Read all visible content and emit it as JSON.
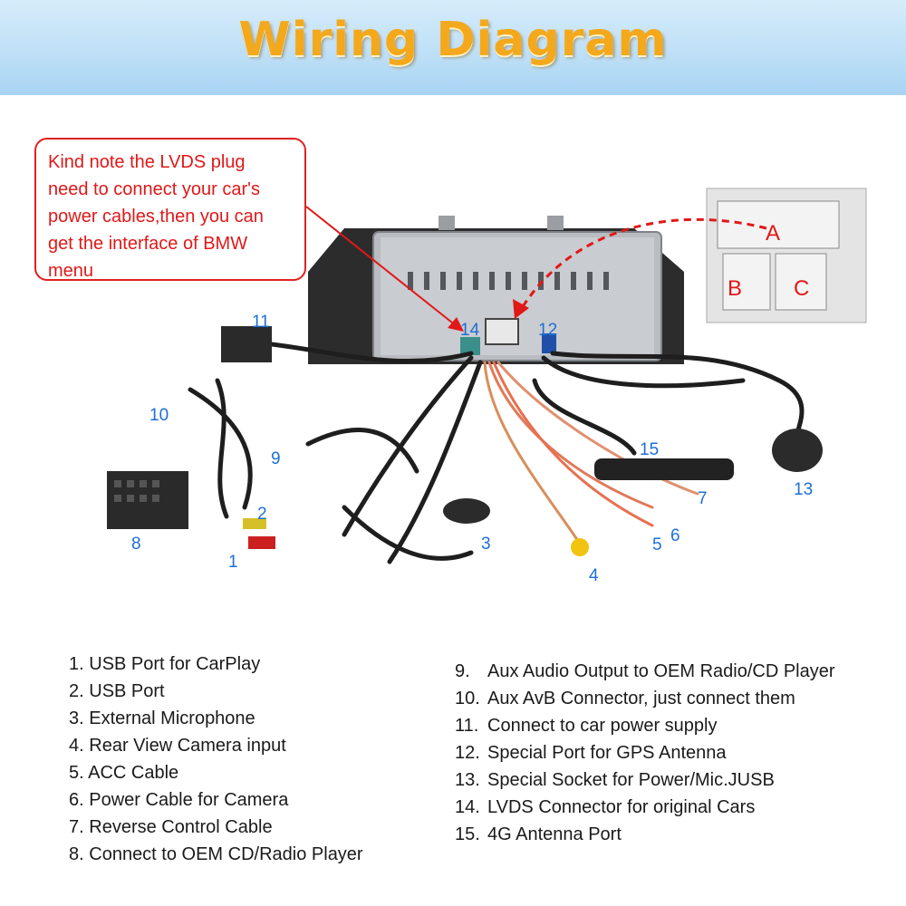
{
  "header": {
    "title": "Wiring Diagram"
  },
  "note": {
    "lines": [
      "Kind note the LVDS plug",
      "need to connect your car's",
      "power cables,then you can",
      "get the interface of BMW",
      "menu"
    ]
  },
  "connector_inset": {
    "labels": [
      "A",
      "B",
      "C"
    ]
  },
  "callouts": [
    "1",
    "2",
    "3",
    "4",
    "5",
    "6",
    "7",
    "8",
    "9",
    "10",
    "11",
    "12",
    "13",
    "14",
    "15"
  ],
  "legend": {
    "left": [
      {
        "num": "1.",
        "text": "USB Port for CarPlay"
      },
      {
        "num": "2.",
        "text": "USB Port"
      },
      {
        "num": "3.",
        "text": "External Microphone"
      },
      {
        "num": "4.",
        "text": "Rear View Camera input"
      },
      {
        "num": "5.",
        "text": "ACC Cable"
      },
      {
        "num": "6.",
        "text": "Power Cable for Camera"
      },
      {
        "num": "7.",
        "text": "Reverse Control Cable"
      },
      {
        "num": "8.",
        "text": "Connect to OEM CD/Radio Player"
      }
    ],
    "right": [
      {
        "num": "9.",
        "text": "Aux Audio Output to OEM Radio/CD Player"
      },
      {
        "num": "10.",
        "text": "Aux AvB Connector, just connect them"
      },
      {
        "num": "11.",
        "text": "Connect to car power supply"
      },
      {
        "num": "12.",
        "text": "Special Port for GPS Antenna"
      },
      {
        "num": "13.",
        "text": "Special Socket for Power/Mic.JUSB"
      },
      {
        "num": "14.",
        "text": "LVDS Connector for original Cars"
      },
      {
        "num": "15.",
        "text": "4G Antenna Port"
      }
    ]
  },
  "colors": {
    "title": "#f4a81c",
    "callout": "#1d6fd6",
    "note": "#e01818",
    "arrow": "#e01818"
  }
}
